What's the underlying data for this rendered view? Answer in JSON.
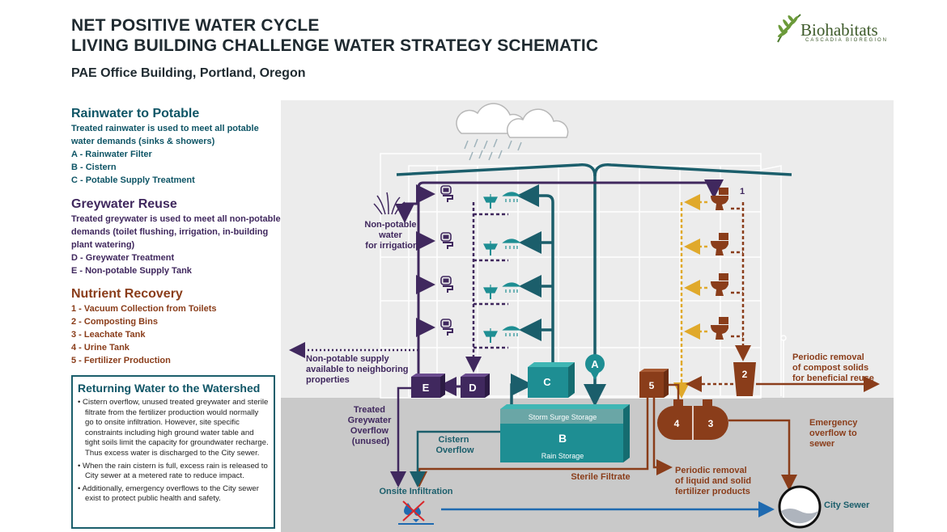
{
  "header": {
    "title_line1": "NET POSITIVE WATER CYCLE",
    "title_line2": "LIVING BUILDING CHALLENGE WATER STRATEGY SCHEMATIC",
    "subtitle": "PAE Office Building, Portland, Oregon"
  },
  "logo": {
    "name": "Biohabitats",
    "region": "CASCADIA BIOREGION"
  },
  "sections": {
    "rainwater": {
      "heading": "Rainwater to Potable",
      "description": "Treated rainwater is used to meet all potable water demands (sinks & showers)",
      "items": [
        "A - Rainwater Filter",
        "B - Cistern",
        "C - Potable Supply Treatment"
      ]
    },
    "greywater": {
      "heading": "Greywater Reuse",
      "description": "Treated greywater is used to meet all non-potable demands (toilet flushing, irrigation, in-building plant watering)",
      "items": [
        "D - Greywater Treatment",
        "E - Non-potable Supply Tank"
      ]
    },
    "nutrient": {
      "heading": "Nutrient Recovery",
      "items": [
        "1 - Vacuum Collection from Toilets",
        "2 - Composting Bins",
        "3 - Leachate Tank",
        "4 - Urine Tank",
        "5 - Fertilizer Production"
      ]
    },
    "watershed": {
      "heading": "Returning Water to the Watershed",
      "bullets": [
        "Cistern overflow, unused treated greywater and sterile filtrate from the fertilizer production would normally go to onsite infiltration. However, site specific constraints including high ground water table and tight soils limit the capacity for groundwater recharge. Thus excess water is discharged to the City sewer.",
        "When the rain cistern is full, excess rain is released to City sewer at a metered rate to reduce impact.",
        "Additionally, emergency overflows to the City sewer exist to protect public health and safety."
      ]
    }
  },
  "diagram": {
    "labels": {
      "nonpotable_irrigation": [
        "Non-potable",
        "water",
        "for irrigation"
      ],
      "nonpotable_supply": [
        "Non-potable supply",
        "available to neighboring",
        "properties"
      ],
      "treated_greywater": [
        "Treated",
        "Greywater",
        "Overflow",
        "(unused)"
      ],
      "cistern_overflow": [
        "Cistern",
        "Overflow"
      ],
      "onsite_infiltration": "Onsite Infiltration",
      "sterile_filtrate": "Sterile Filtrate",
      "periodic_liquid": [
        "Periodic removal",
        "of liquid and solid",
        "fertilizer products"
      ],
      "periodic_compost": [
        "Periodic removal",
        "of compost solids",
        "for beneficial reuse"
      ],
      "emergency": [
        "Emergency",
        "overflow to",
        "sewer"
      ],
      "city_sewer": "City Sewer",
      "storm_surge": "Storm Surge Storage",
      "rain_storage": "Rain Storage"
    },
    "components": {
      "A": "A",
      "B": "B",
      "C": "C",
      "D": "D",
      "E": "E",
      "n1": "1",
      "n2": "2",
      "n3": "3",
      "n4": "4",
      "n5": "5"
    },
    "colors": {
      "teal": "#1b5e6b",
      "teal_light": "#1e8e93",
      "purple": "#40285e",
      "brown": "#8a3d1a",
      "gold": "#e0a92b",
      "blue": "#1f6ab0",
      "ground": "#c9c9c9",
      "sky": "#ececec"
    }
  }
}
